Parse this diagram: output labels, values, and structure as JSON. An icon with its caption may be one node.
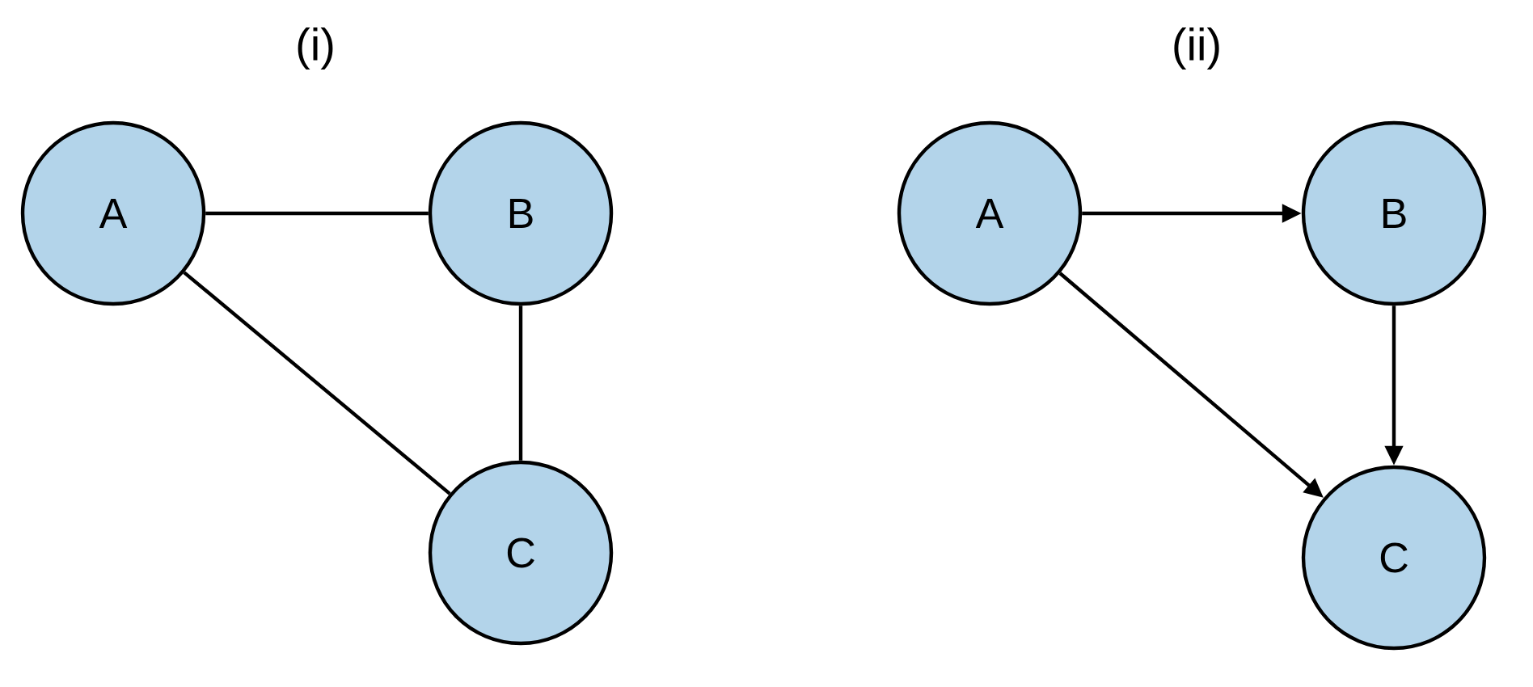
{
  "diagram": {
    "nodes": [
      {
        "text": [
          "A"
        ]
      },
      {
        "text": [
          "B"
        ]
      },
      {
        "text": [
          "C"
        ]
      },
      {
        "text": [
          "A"
        ]
      },
      {
        "text": [
          "B"
        ]
      },
      {
        "text": [
          "C"
        ]
      }
    ],
    "edges": [
      {
        "from": 0,
        "to": 1,
        "arrow": "none"
      },
      {
        "from": 0,
        "to": 2,
        "arrow": "none"
      },
      {
        "from": 1,
        "to": 2,
        "arrow": "none"
      },
      {
        "from": 3,
        "to": 4,
        "arrow": "to"
      },
      {
        "from": 4,
        "to": 5,
        "arrow": "to"
      },
      {
        "from": 3,
        "to": 5,
        "arrow": "to"
      }
    ],
    "labels": [
      "(i)",
      "(ii)"
    ]
  }
}
